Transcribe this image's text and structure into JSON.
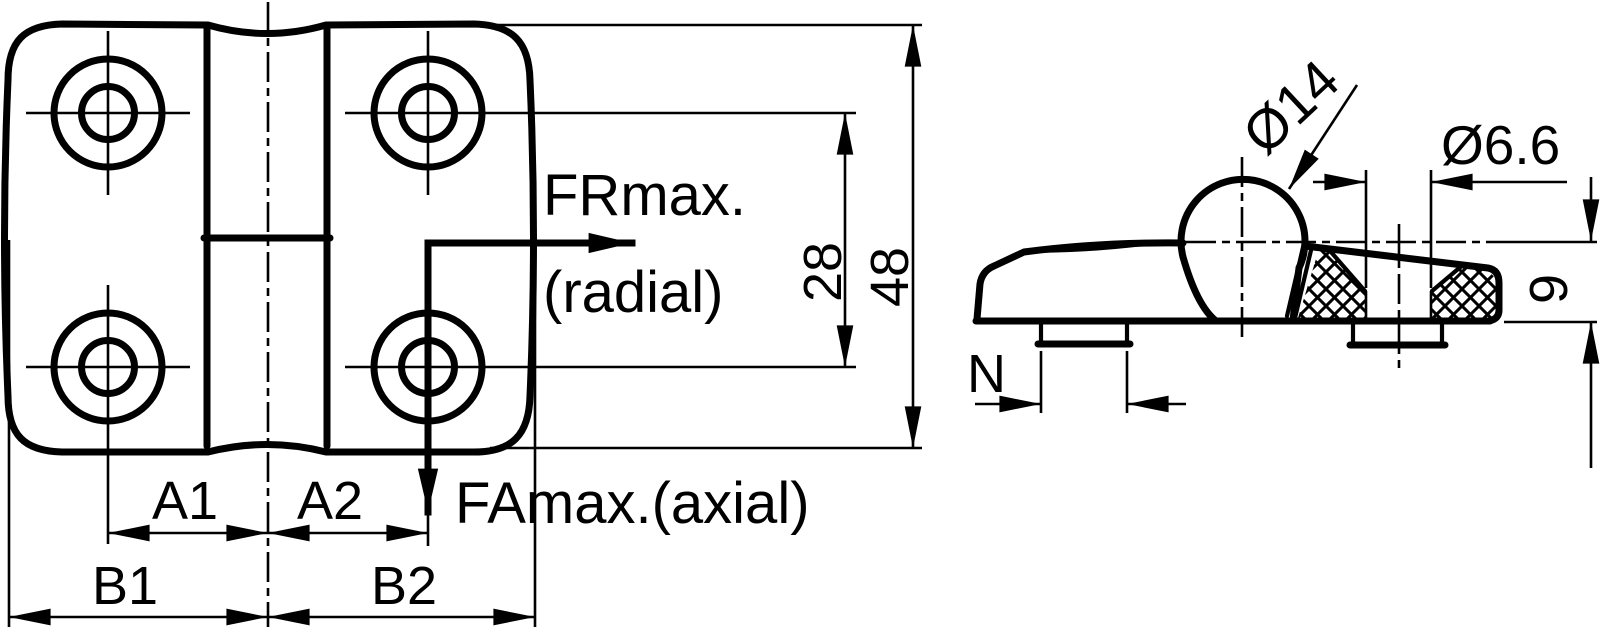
{
  "colors": {
    "line": "#000000",
    "background": "#ffffff"
  },
  "front_view": {
    "force_radial_label": "FRmax.",
    "force_radial_qualifier": "(radial)",
    "force_axial_label": "FAmax.(axial)",
    "dim_hole_spacing_vertical": "28",
    "dim_height_total": "48",
    "dim_a1": "A1",
    "dim_a2": "A2",
    "dim_b1": "B1",
    "dim_b2": "B2"
  },
  "side_view": {
    "dim_knuckle_diameter": "Ø14",
    "dim_hole_diameter": "Ø6.6",
    "dim_height": "9",
    "dim_boss_width": "N"
  }
}
